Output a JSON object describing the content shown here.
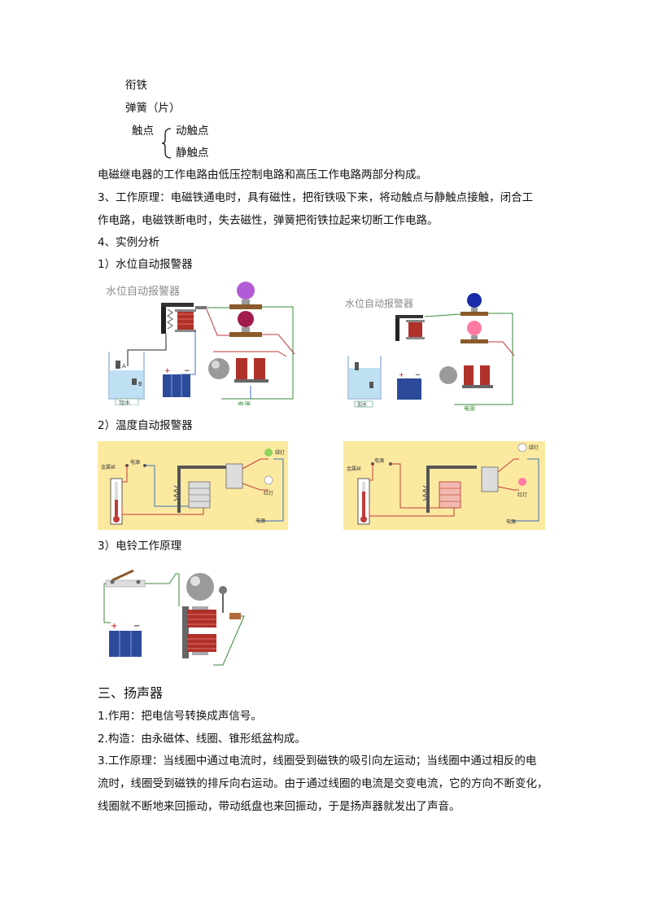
{
  "parts": {
    "armature": "衔铁",
    "spring": "弹簧（片）",
    "contact": "触点",
    "moving_contact": "动触点",
    "static_contact": "静触点"
  },
  "relay_circuit_text": "电磁继电器的工作电路由低压控制电路和高压工作电路两部分构成。",
  "principle": {
    "line1": "3、工作原理：电磁铁通电时，具有磁性，把衔铁吸下来，将动触点与静触点接触，闭合工",
    "line2": "作电路，电磁铁断电时，失去磁性，弹簧把衔铁拉起来切断工作电路。"
  },
  "example_heading": "4、实例分析",
  "sub1": "1）水位自动报警器",
  "sub2": "2）温度自动报警器",
  "sub3": "3）电铃工作原理",
  "water_figure": {
    "title": "水位自动报警器",
    "label_a": "A",
    "label_b": "B",
    "tank_label": "加水",
    "power_label": "电源",
    "plus": "+",
    "minus": "−"
  },
  "temp_figure": {
    "metal_wire": "金属丝",
    "power": "电源",
    "green_lamp": "绿灯",
    "red_lamp": "红灯"
  },
  "section3_heading": "三、扬声器",
  "speaker": {
    "line1": "1.作用：把电信号转换成声信号。",
    "line2": "2.构造：由永磁体、线圈、锥形纸盆构成。",
    "line3": "3.工作原理：当线圈中通过电流时，线圈受到磁铁的吸引向左运动；当线圈中通过相反的电",
    "line4": "流时，线圈受到磁铁的排斥向右运动。由于通过线圈的电流是交变电流，它的方向不断变化，",
    "line5": "线圈就不断地来回振动，带动纸盘也来回振动，于是扬声器就发出了声音。"
  },
  "colors": {
    "coil": "#b0302a",
    "wire_red": "#c23a3a",
    "wire_green": "#3a8a3a",
    "wire_blue": "#3b6fb5",
    "battery": "#2b4a9a",
    "panel_yellow": "#fbe9a0",
    "bulb_purple": "#b35ad6",
    "bulb_magenta": "#a21b4f",
    "bulb_blue": "#1a2aa8",
    "bulb_pink": "#ff7aa0",
    "lamp_green": "#8fd35a",
    "title_color": "#8a8a8a"
  }
}
